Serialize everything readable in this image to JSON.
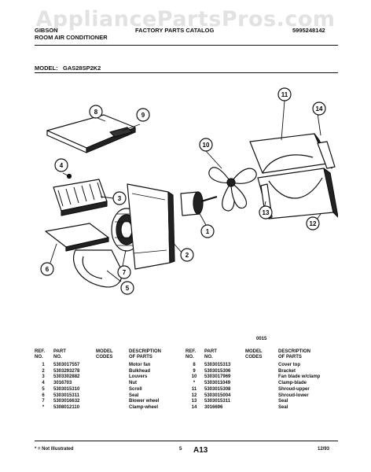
{
  "watermark": "AppliancePartsPros.com",
  "header": {
    "brand": "GIBSON",
    "product": "ROOM AIR CONDITIONER",
    "catalog": "FACTORY PARTS CATALOG",
    "catalog_number": "5995248142",
    "model_label": "MODEL:",
    "model_number": "GAS28SP2K2"
  },
  "diagram": {
    "callouts": [
      "1",
      "2",
      "3",
      "4",
      "5",
      "6",
      "7",
      "8",
      "9",
      "10",
      "11",
      "12",
      "13",
      "14"
    ],
    "code": "0015"
  },
  "table_headers": {
    "ref_no": [
      "REF.",
      "NO."
    ],
    "part_no": [
      "PART",
      "NO."
    ],
    "model_codes": [
      "MODEL",
      "CODES"
    ],
    "description": [
      "DESCRIPTION",
      "OF PARTS"
    ]
  },
  "parts_left": [
    {
      "ref": "1",
      "part": "5303017557",
      "code": "",
      "desc": "Motor fan"
    },
    {
      "ref": "2",
      "part": "5303293278",
      "code": "",
      "desc": "Bulkhead"
    },
    {
      "ref": "3",
      "part": "5303302882",
      "code": "",
      "desc": "Louvers"
    },
    {
      "ref": "4",
      "part": "3016703",
      "code": "",
      "desc": "Nut"
    },
    {
      "ref": "5",
      "part": "5303015310",
      "code": "",
      "desc": "Scroll"
    },
    {
      "ref": "6",
      "part": "5303015311",
      "code": "",
      "desc": "Seal"
    },
    {
      "ref": "7",
      "part": "5303016632",
      "code": "",
      "desc": "Blower wheel"
    },
    {
      "ref": "*",
      "part": "5308012110",
      "code": "",
      "desc": "Clamp-wheel"
    }
  ],
  "parts_right": [
    {
      "ref": "8",
      "part": "5303015313",
      "code": "",
      "desc": "Cover top"
    },
    {
      "ref": "9",
      "part": "5303015306",
      "code": "",
      "desc": "Bracket"
    },
    {
      "ref": "10",
      "part": "5303017969",
      "code": "",
      "desc": "Fan blade w/clamp"
    },
    {
      "ref": "*",
      "part": "5303011049",
      "code": "",
      "desc": "Clamp-blade"
    },
    {
      "ref": "11",
      "part": "5303015308",
      "code": "",
      "desc": "Shroud-upper"
    },
    {
      "ref": "12",
      "part": "5303015004",
      "code": "",
      "desc": "Shroud-lower"
    },
    {
      "ref": "13",
      "part": "5303015311",
      "code": "",
      "desc": "Seal"
    },
    {
      "ref": "14",
      "part": "3016696",
      "code": "",
      "desc": "Seal"
    }
  ],
  "footer": {
    "note": "* = Not Illustrated",
    "page": "5",
    "section": "A13",
    "date": "12/93"
  }
}
